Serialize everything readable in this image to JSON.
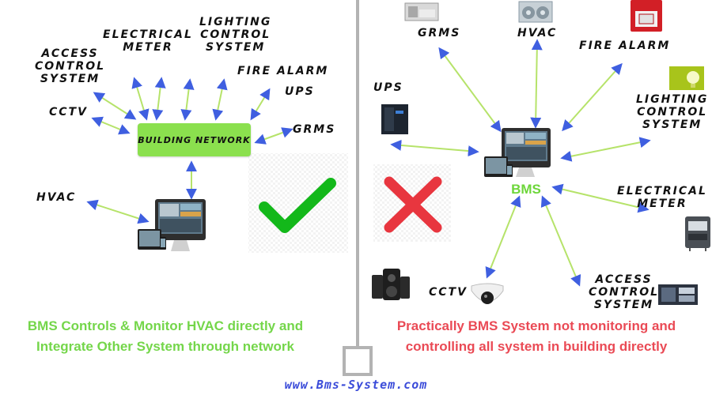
{
  "left": {
    "network_label": "BUILDING NETWORK",
    "labels": {
      "access": "ACCESS\nCONTROL\nSYSTEM",
      "electrical": "ELECTRICAL\nMETER",
      "lighting": "LIGHTING\nCONTROL\nSYSTEM",
      "fire": "FIRE ALARM",
      "ups": "UPS",
      "grms": "GRMS",
      "cctv": "CCTV",
      "hvac": "HVAC"
    },
    "caption": "BMS Controls & Monitor HVAC directly and\nIntegrate Other System through network",
    "check_color": "#13b81a"
  },
  "right": {
    "center_label": "BMS",
    "labels": {
      "grms": "GRMS",
      "hvac": "HVAC",
      "fire": "FIRE ALARM",
      "ups": "UPS",
      "lighting": "LIGHTING\nCONTROL\nSYSTEM",
      "electrical": "ELECTRICAL\nMETER",
      "access": "ACCESS\nCONTROL\nSYSTEM",
      "cctv": "CCTV"
    },
    "caption": "Practically BMS System not monitoring and\ncontrolling all system in building directly",
    "cross_color": "#e8363f"
  },
  "footer": "www.Bms-System.com",
  "colors": {
    "arrow_line": "#b6e36a",
    "arrow_head": "#3f5fe0",
    "left_caption": "#74d64a",
    "right_caption": "#ea4a55",
    "divider": "#b3b3b3"
  }
}
